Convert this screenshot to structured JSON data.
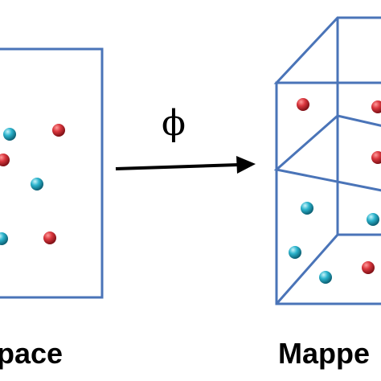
{
  "colors": {
    "box_stroke": "#4a74b8",
    "class_a_point": "#c9242b",
    "class_b_point": "#1fa6bf",
    "arrow": "#000000",
    "text": "#000000",
    "background": "#ffffff"
  },
  "mapping": {
    "symbol": "ϕ"
  },
  "labels": {
    "input_space": "pace",
    "mapped_space": "Mappe"
  },
  "points": {
    "input_space": [
      {
        "class": "class-b"
      },
      {
        "class": "class-a"
      },
      {
        "class": "class-a"
      },
      {
        "class": "class-b"
      },
      {
        "class": "class-b"
      },
      {
        "class": "class-a"
      }
    ],
    "mapped_space": [
      {
        "class": "class-a"
      },
      {
        "class": "class-a"
      },
      {
        "class": "class-a"
      },
      {
        "class": "class-b"
      },
      {
        "class": "class-b"
      },
      {
        "class": "class-b"
      },
      {
        "class": "class-b"
      },
      {
        "class": "class-a"
      }
    ]
  }
}
